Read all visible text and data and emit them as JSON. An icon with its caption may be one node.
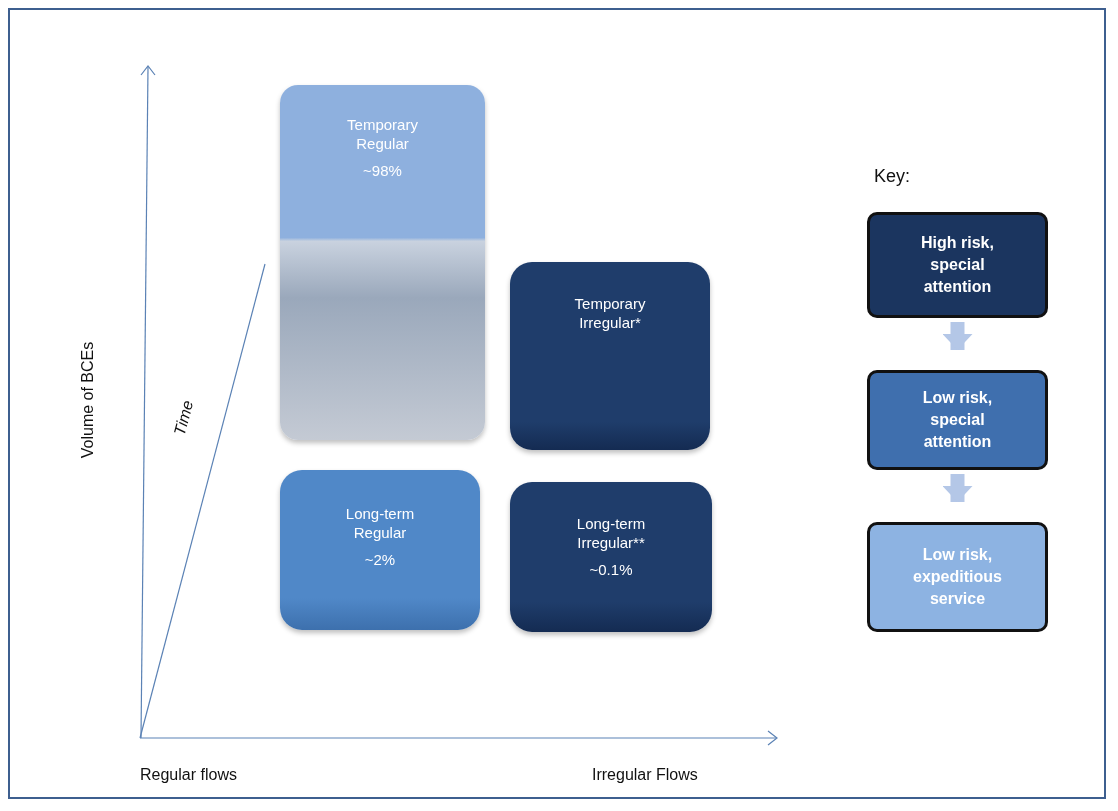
{
  "diagram": {
    "nodes": [
      {
        "text": [
          "Temporary Regular",
          "~98%"
        ]
      },
      {
        "text": [
          "Temporary Irregular*"
        ]
      },
      {
        "text": [
          "Long-term Regular",
          "~2%"
        ]
      },
      {
        "text": [
          "Long-term Irregular**",
          "~0.1%"
        ]
      },
      {
        "text": [
          "High risk, special attention"
        ]
      },
      {
        "text": [
          "Low risk, special attention"
        ]
      },
      {
        "text": [
          "Low risk, expeditious service"
        ]
      }
    ],
    "edges": [
      {
        "from": 4,
        "to": 5,
        "arrow": "to"
      },
      {
        "from": 5,
        "to": 6,
        "arrow": "to"
      }
    ],
    "labels": [
      "Volume of BCEs",
      "Time",
      "Regular flows",
      "Irregular Flows",
      "Key:"
    ]
  }
}
